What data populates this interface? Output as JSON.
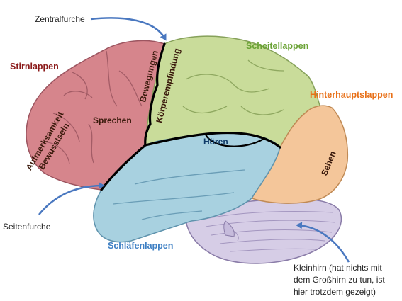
{
  "lobes": {
    "frontal": {
      "label": "Stirnlappen",
      "color": "#d6858c",
      "label_color": "#8b1a1a"
    },
    "parietal": {
      "label": "Scheitellappen",
      "color": "#c9dc9a",
      "label_color": "#6aa234"
    },
    "occipital": {
      "label": "Hinterhauptslappen",
      "color": "#f4c69a",
      "label_color": "#e87018"
    },
    "temporal": {
      "label": "Schläfenlappen",
      "color": "#a8d1e0",
      "label_color": "#3f80c4"
    },
    "cerebellum": {
      "color": "#d6cde6"
    }
  },
  "functions": {
    "attention": [
      "Aufmerksamkeit",
      "Bewusstsein"
    ],
    "speech": "Sprechen",
    "movement": "Bewegungen",
    "sensation": "Körperempfindung",
    "hearing": "Hören",
    "vision": "Sehen"
  },
  "annotations": {
    "central_sulcus": "Zentralfurche",
    "lateral_sulcus": "Seitenfurche",
    "cerebellum_note": [
      "Kleinhirn (hat nichts mit",
      "dem Großhirn zu tun, ist",
      "hier trotzdem gezeigt)"
    ]
  },
  "arrow_color": "#4a78c0",
  "boundary_color": "#000000"
}
